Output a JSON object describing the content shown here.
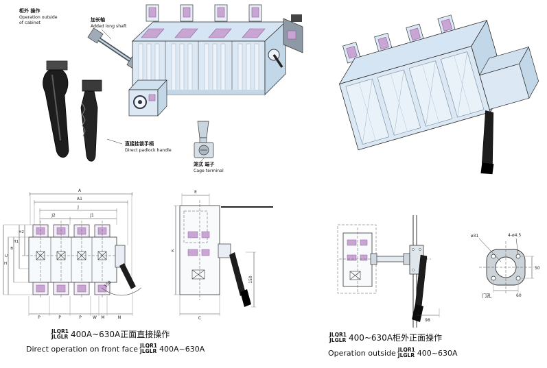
{
  "page": {
    "background": "#ffffff"
  },
  "colors": {
    "body_fill": "#dce9f5",
    "body_shade": "#c2d7e8",
    "accent_purple": "#c9a6d2",
    "outline": "#2b2b2b",
    "handle_black": "#1d1d1d",
    "metal_gray": "#9fabb6",
    "flange_gray": "#ccd4da"
  },
  "exploded_view": {
    "operation_outside_zh": "柜外 操作",
    "operation_outside_en1": "Operation outside",
    "operation_outside_en2": "of cabinet",
    "long_shaft_zh": "加长轴",
    "long_shaft_en": "Added long shaft",
    "padlock_handle_zh": "直接挂锁手柄",
    "padlock_handle_en": "Direct padlock handle",
    "cage_terminal_zh": "笼式 端子",
    "cage_terminal_en": "Cage terminal"
  },
  "front_view_dims": {
    "A": "A",
    "A1": "A1",
    "J": "J",
    "J2": "J2",
    "J1": "J1",
    "H2": "H2",
    "H1": "H1",
    "B": "B",
    "U": "U",
    "H": "H",
    "P1": "P",
    "P2": "P",
    "P3": "P",
    "W": "W",
    "M": "M",
    "N": "N",
    "handle_len": "150"
  },
  "side_view_dims": {
    "E": "E",
    "K": "K",
    "C": "C",
    "handle_len": "150"
  },
  "outside_view_dims": {
    "depth": "98"
  },
  "flange_detail": {
    "center_hole": "ø31",
    "bolt_holes": "4-ø4.5",
    "vertical": "50",
    "horizontal": "60",
    "label_zh": "门孔"
  },
  "captions": {
    "left": {
      "model_line1": "JLQR1",
      "model_line2": "JLGLR",
      "zh_text": "400A~630A正面直接操作",
      "en_text": "Direct operation on front face",
      "en_rating": "400A~630A"
    },
    "right": {
      "model_line1": "JLQR1",
      "model_line2": "JLGLR",
      "zh_text": "400~630A柜外正面操作",
      "en_text": "Operation outside",
      "en_rating": "400~630A"
    }
  }
}
